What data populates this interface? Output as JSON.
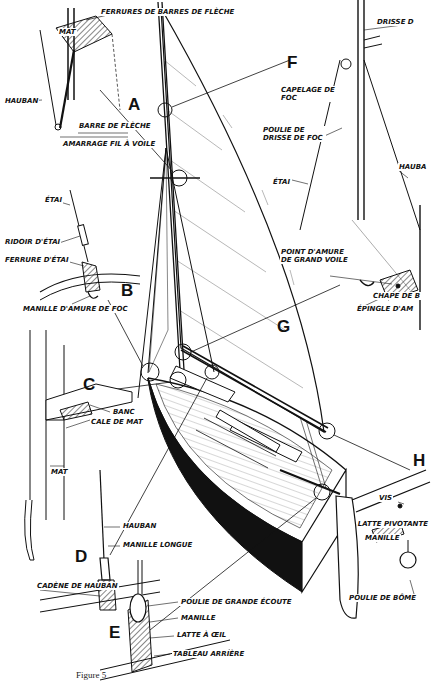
{
  "diagram": {
    "caption": "Figure 5",
    "labels": [
      "MAT",
      "FERRURES DE BARRES DE FLÈCHE",
      "HAUBAN",
      "BARRE DE FLÈCHE",
      "AMARRAGE FIL À VOILE",
      "A",
      "ÉTAI",
      "RIDOIR D'ÉTAI",
      "FERRURE D'ÉTAI",
      "B",
      "MANILLE D'AMURE DE FOC",
      "F",
      "CAPELAGE DE FOC",
      "DRISSE D",
      "POULIE DE DRISSE DE FOC",
      "ÉTAI",
      "HAUBA",
      "POINT D'AMURE DE GRAND VOILE",
      "CHAPE DE B",
      "ÉPINGLE D'AM",
      "G",
      "C",
      "BANC",
      "CALE DE MAT",
      "MAT",
      "HAUBAN",
      "MANILLE LONGUE",
      "D",
      "CADÈNE DE HAUBAN",
      "E",
      "POULIE DE GRANDE ÉCOUTE",
      "MANILLE",
      "LATTE À ŒIL",
      "TABLEAU ARRIÈRE",
      "H",
      "VIS",
      "LATTE PIVOTANTE",
      "MANILLE",
      "POULIE DE BÔME"
    ]
  }
}
